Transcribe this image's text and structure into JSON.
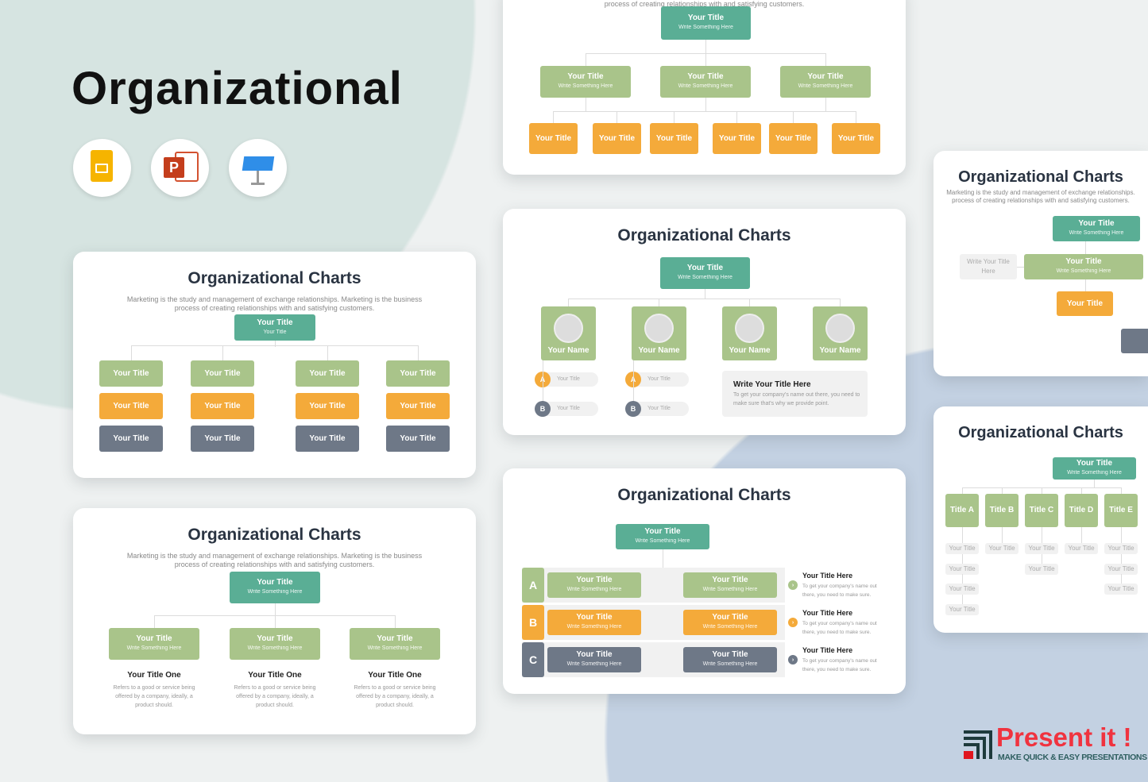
{
  "hero": {
    "title": "Organizational",
    "apps": [
      "google-slides-icon",
      "powerpoint-icon",
      "keynote-icon"
    ]
  },
  "colors": {
    "teal": "#5aae95",
    "green": "#a9c48a",
    "orange": "#f4aa3a",
    "gray": "#6e7887"
  },
  "slide1": {
    "title": "Organizational Charts",
    "desc1": "Marketing is the study and management of exchange relationships. Marketing is the business",
    "desc2": "process of creating relationships with and satisfying customers.",
    "top": {
      "title": "Your Title",
      "sub": "Your Title"
    },
    "green": [
      "Your Title",
      "Your Title",
      "Your Title",
      "Your Title"
    ],
    "orange": [
      "Your Title",
      "Your Title",
      "Your Title",
      "Your Title"
    ],
    "gray": [
      "Your Title",
      "Your Title",
      "Your Title",
      "Your Title"
    ]
  },
  "slide2": {
    "title": "Organizational Charts",
    "desc1": "Marketing is the study and management of exchange relationships. Marketing is the business",
    "desc2": "process of creating relationships with and satisfying customers.",
    "top": {
      "title": "Your Title",
      "sub": "Write Something Here"
    },
    "boxes": [
      {
        "title": "Your Title",
        "sub": "Write Something Here"
      },
      {
        "title": "Your Title",
        "sub": "Write Something Here"
      },
      {
        "title": "Your Title",
        "sub": "Write Something Here"
      }
    ],
    "items": [
      {
        "heading": "Your Title One",
        "text": "Refers to a good or service being offered by a company, ideally, a product should."
      },
      {
        "heading": "Your Title One",
        "text": "Refers to a good or service being offered by a company, ideally, a product should."
      },
      {
        "heading": "Your Title One",
        "text": "Refers to a good or service being offered by a company, ideally, a product should."
      }
    ]
  },
  "slide3": {
    "desc2": "process of creating relationships with and satisfying customers.",
    "top": {
      "title": "Your Title",
      "sub": "Write Something Here"
    },
    "mid": [
      {
        "title": "Your Title",
        "sub": "Write Something Here"
      },
      {
        "title": "Your Title",
        "sub": "Write Something Here"
      },
      {
        "title": "Your Title",
        "sub": "Write Something Here"
      }
    ],
    "bottom": [
      "Your Title",
      "Your Title",
      "Your Title",
      "Your Title",
      "Your Title",
      "Your Title"
    ]
  },
  "slide4": {
    "title": "Organizational Charts",
    "top": {
      "title": "Your Title",
      "sub": "Write Something Here"
    },
    "names": [
      "Your Name",
      "Your Name",
      "Your Name",
      "Your Name"
    ],
    "badges": [
      {
        "letter": "A",
        "label": "Your Title"
      },
      {
        "letter": "B",
        "label": "Your Title"
      },
      {
        "letter": "A",
        "label": "Your Title"
      },
      {
        "letter": "B",
        "label": "Your Title"
      }
    ],
    "info": {
      "heading": "Write Your Title Here",
      "text": "To get your company's name out there, you need to make sure that's why we provide point."
    }
  },
  "slide5": {
    "title": "Organizational Charts",
    "top": {
      "title": "Your Title",
      "sub": "Write Something Here"
    },
    "rows": [
      {
        "letter": "A",
        "boxes": [
          {
            "title": "Your Title",
            "sub": "Write Something Here"
          },
          {
            "title": "Your Title",
            "sub": "Write Something Here"
          }
        ]
      },
      {
        "letter": "B",
        "boxes": [
          {
            "title": "Your Title",
            "sub": "Write Something Here"
          },
          {
            "title": "Your Title",
            "sub": "Write Something Here"
          }
        ]
      },
      {
        "letter": "C",
        "boxes": [
          {
            "title": "Your Title",
            "sub": "Write Something Here"
          },
          {
            "title": "Your Title",
            "sub": "Write Something Here"
          }
        ]
      }
    ],
    "notes": [
      {
        "heading": "Your Title Here",
        "text": "To get your company's name out there, you need to make sure."
      },
      {
        "heading": "Your Title Here",
        "text": "To get your company's name out there, you need to make sure."
      },
      {
        "heading": "Your Title Here",
        "text": "To get your company's name out there, you need to make sure."
      }
    ]
  },
  "slide6": {
    "title": "Organizational Charts",
    "desc1": "Marketing is the study and management of exchange relationships.",
    "desc2": "process of creating relationships with and satisfying customers.",
    "top": {
      "title": "Your Title",
      "sub": "Write Something Here"
    },
    "side": "Write Your Title Here",
    "mid": {
      "title": "Your Title",
      "sub": "Write Something Here"
    },
    "orange": "Your Title"
  },
  "slide7": {
    "title": "Organizational Charts",
    "top": {
      "title": "Your Title",
      "sub": "Write Something Here"
    },
    "heads": [
      "Title A",
      "Title B",
      "Title C",
      "Title D",
      "Title E"
    ],
    "subs": [
      [
        "Your Title",
        "Your Title",
        "Your Title",
        "Your Title"
      ],
      [
        "Your Title"
      ],
      [
        "Your Title",
        "Your Title"
      ],
      [
        "Your Title"
      ],
      [
        "Your Title",
        "Your Title",
        "Your Title"
      ]
    ]
  },
  "brand": {
    "name": "Present it !",
    "tagline": "MAKE QUICK & EASY PRESENTATIONS"
  }
}
